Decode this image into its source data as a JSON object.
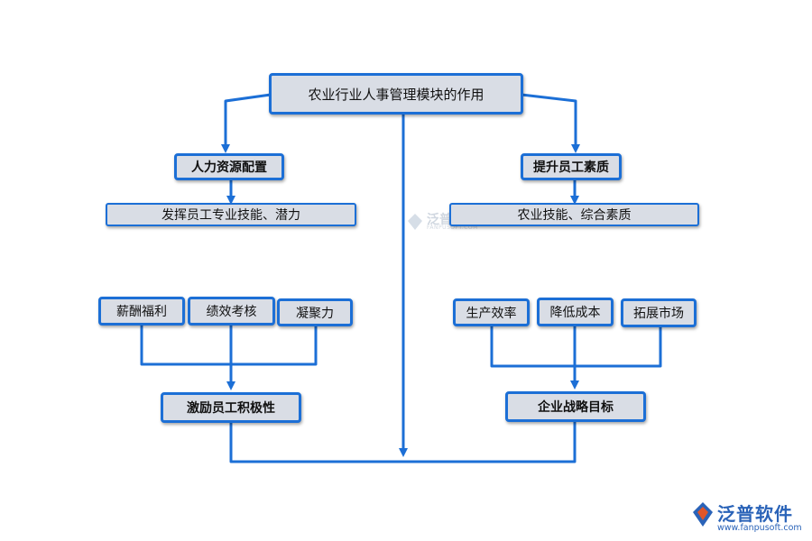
{
  "title": "农业行业人事管理模块的作用",
  "left_branch": {
    "heading": "人力资源配置",
    "detail": "发挥员工专业技能、潜力",
    "items": [
      "薪酬福利",
      "绩效考核",
      "凝聚力"
    ],
    "outcome": "激励员工积极性"
  },
  "right_branch": {
    "heading": "提升员工素质",
    "detail": "农业技能、综合素质",
    "items": [
      "生产效率",
      "降低成本",
      "拓展市场"
    ],
    "outcome": "企业战略目标"
  },
  "watermark": {
    "name": "泛普软件",
    "url": "FANPUSOFT.COM"
  },
  "brand": {
    "name": "泛普软件",
    "url": "www.fanpusoft.com"
  },
  "colors": {
    "line": "#1c6fd6",
    "box_fill": "#d9dde5",
    "box_border": "#1c6fd6",
    "brand": "#2a63b8"
  }
}
